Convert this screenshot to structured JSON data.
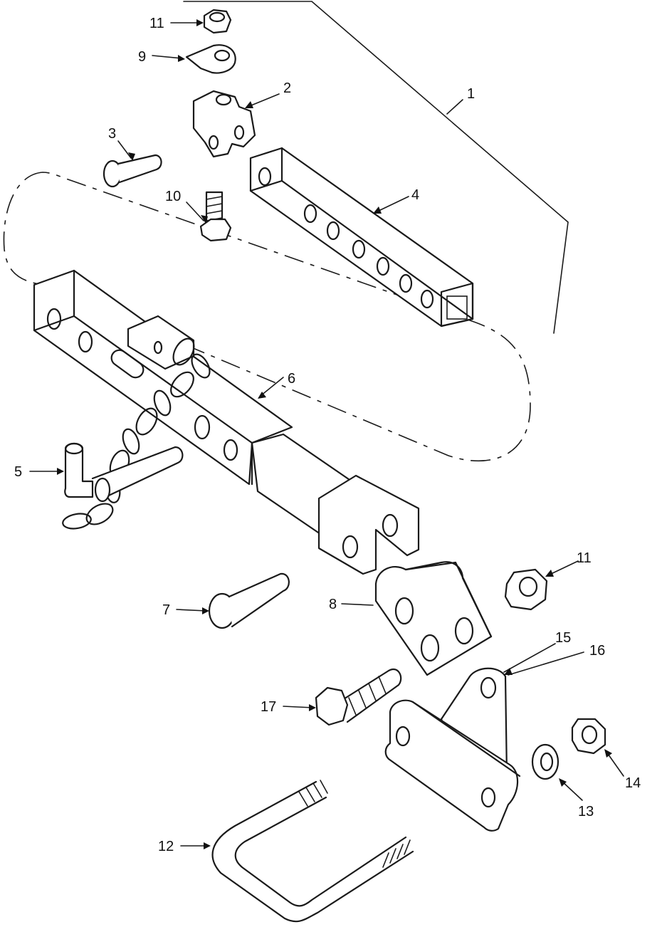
{
  "callouts": [
    {
      "key": "c11a",
      "text": "11"
    },
    {
      "key": "c9",
      "text": "9"
    },
    {
      "key": "c2",
      "text": "2"
    },
    {
      "key": "c1",
      "text": "1"
    },
    {
      "key": "c3",
      "text": "3"
    },
    {
      "key": "c10",
      "text": "10"
    },
    {
      "key": "c4",
      "text": "4"
    },
    {
      "key": "c6",
      "text": "6"
    },
    {
      "key": "c5",
      "text": "5"
    },
    {
      "key": "c11b",
      "text": "11"
    },
    {
      "key": "c7",
      "text": "7"
    },
    {
      "key": "c8",
      "text": "8"
    },
    {
      "key": "c15",
      "text": "15"
    },
    {
      "key": "c16",
      "text": "16"
    },
    {
      "key": "c17",
      "text": "17"
    },
    {
      "key": "c14",
      "text": "14"
    },
    {
      "key": "c13",
      "text": "13"
    },
    {
      "key": "c12",
      "text": "12"
    }
  ]
}
